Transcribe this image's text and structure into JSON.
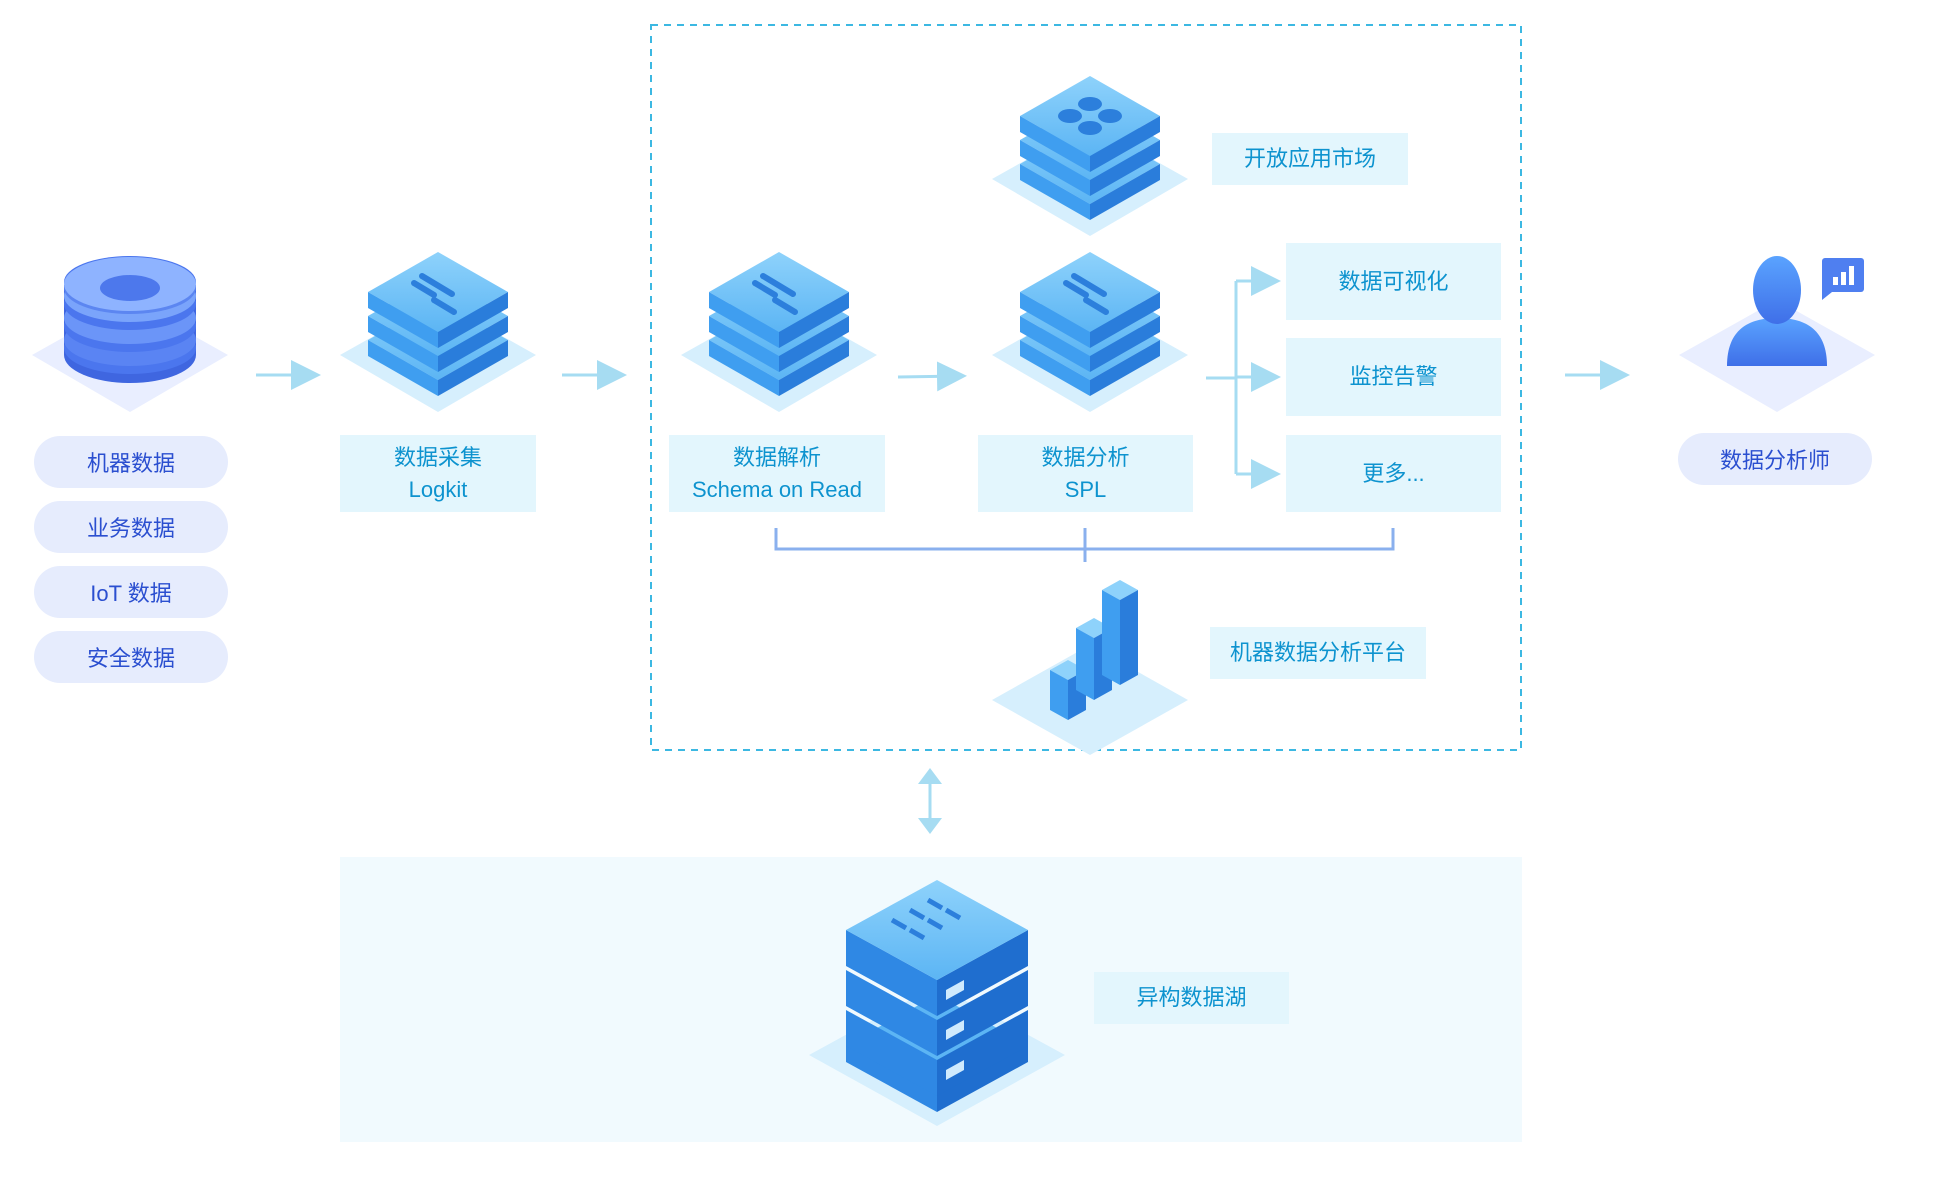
{
  "sources": [
    "机器数据",
    "业务数据",
    "IoT 数据",
    "安全数据"
  ],
  "collection": {
    "line1": "数据采集",
    "line2": "Logkit"
  },
  "parsing": {
    "line1": "数据解析",
    "line2": "Schema on Read"
  },
  "analysis": {
    "line1": "数据分析",
    "line2": "SPL"
  },
  "app_market": "开放应用市场",
  "outputs": [
    "数据可视化",
    "监控告警",
    "更多..."
  ],
  "platform": "机器数据分析平台",
  "lake": "异构数据湖",
  "analyst": "数据分析师",
  "colors": {
    "primary_blue": "#3d8ff0",
    "light_cyan": "#e3f6fd",
    "pill_bg": "#e6ecfd",
    "text_blue": "#0d93cf",
    "arrow": "#a6dcf2",
    "dashed_border": "#3cb8e2"
  }
}
